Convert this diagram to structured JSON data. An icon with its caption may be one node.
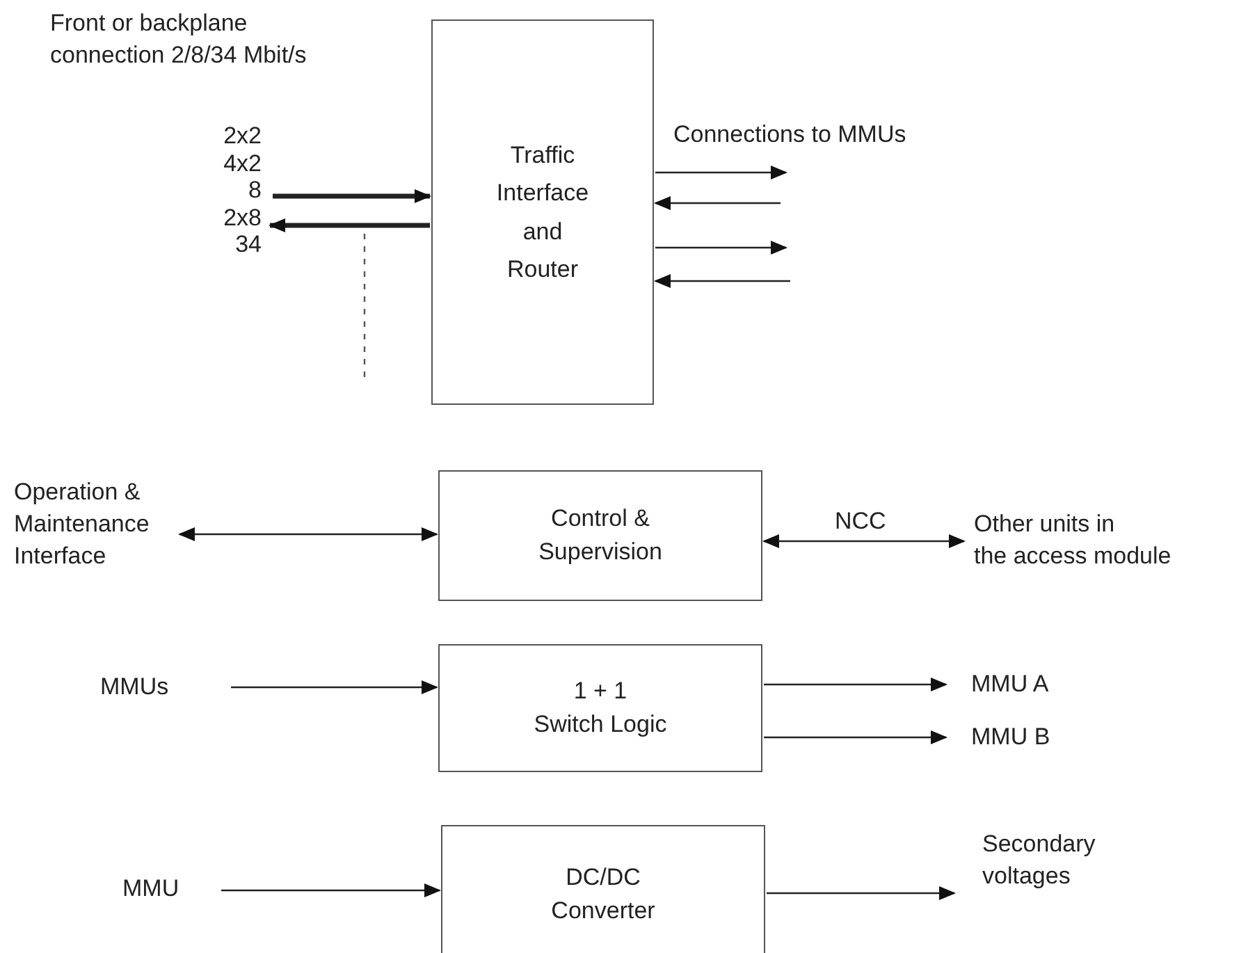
{
  "diagram": {
    "nodes": [
      {
        "text": [
          "Traffic Interface and Router"
        ]
      },
      {
        "text": [
          "2x2",
          "4x2",
          "8",
          "2x8",
          "34"
        ]
      },
      {
        "text": [
          "Operation & Maintenance Interface"
        ]
      },
      {
        "text": [
          "Control & Supervision"
        ]
      },
      {
        "text": [
          "Other units in the access module"
        ]
      },
      {
        "text": [
          "MMUs"
        ]
      },
      {
        "text": [
          "1 + 1 Switch Logic"
        ]
      },
      {
        "text": [
          "MMU A"
        ]
      },
      {
        "text": [
          "MMU B"
        ]
      },
      {
        "text": [
          "MMU"
        ]
      },
      {
        "text": [
          "DC/DC Converter"
        ]
      },
      {
        "text": [
          "Secondary voltages"
        ]
      }
    ],
    "edges": [
      {
        "from": 1,
        "to": 0,
        "arrow": "to",
        "style": "thick"
      },
      {
        "from": 0,
        "to": 1,
        "arrow": "to",
        "style": "thick"
      },
      {
        "from": 0,
        "to": null,
        "arrow": "to"
      },
      {
        "from": null,
        "to": 0,
        "arrow": "to"
      },
      {
        "from": 0,
        "to": null,
        "arrow": "to"
      },
      {
        "from": null,
        "to": 0,
        "arrow": "to"
      },
      {
        "from": 2,
        "to": 3,
        "arrow": "both"
      },
      {
        "from": 3,
        "to": 4,
        "arrow": "both",
        "label": "NCC"
      },
      {
        "from": 5,
        "to": 6,
        "arrow": "to"
      },
      {
        "from": 6,
        "to": 7,
        "arrow": "to"
      },
      {
        "from": 6,
        "to": 8,
        "arrow": "to"
      },
      {
        "from": 9,
        "to": 10,
        "arrow": "to"
      },
      {
        "from": 10,
        "to": 11,
        "arrow": "to"
      }
    ],
    "labels": [
      "Front or backplane connection 2/8/34 Mbit/s",
      "Connections to MMUs"
    ]
  }
}
